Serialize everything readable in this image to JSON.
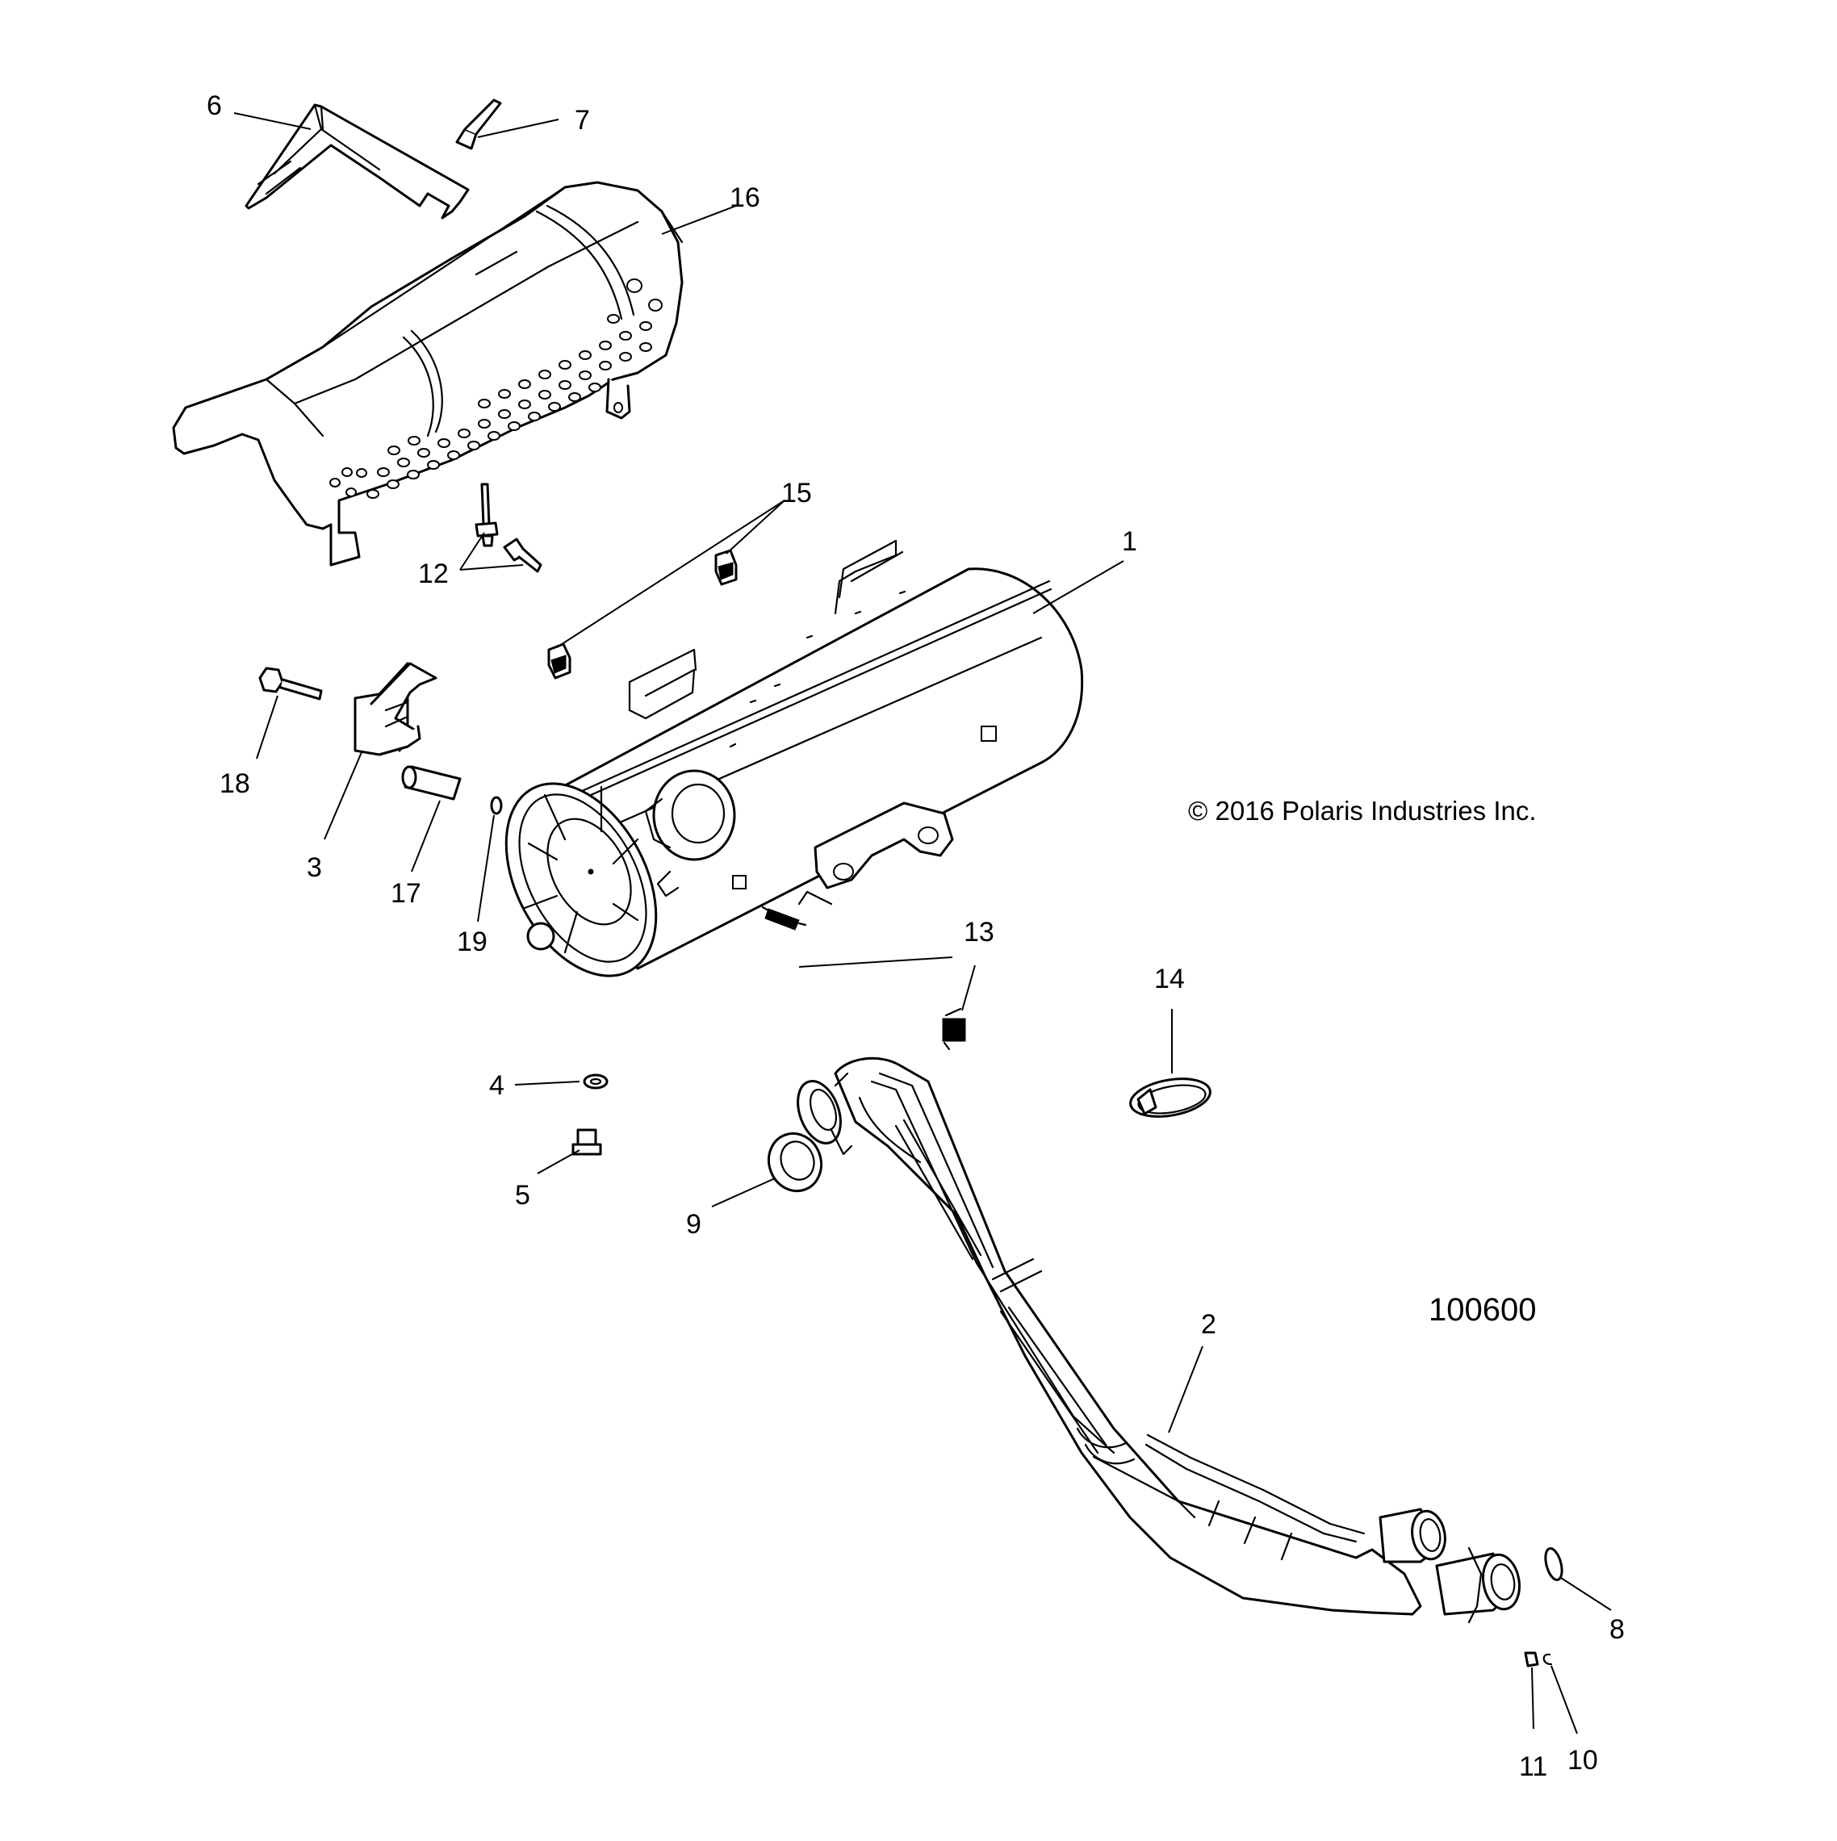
{
  "callouts": [
    "1",
    "2",
    "3",
    "4",
    "5",
    "6",
    "7",
    "8",
    "9",
    "10",
    "11",
    "12",
    "13",
    "14",
    "15",
    "16",
    "17",
    "18",
    "19"
  ],
  "copyright": "© 2016 Polaris Industries Inc.",
  "diagram_number": "100600"
}
